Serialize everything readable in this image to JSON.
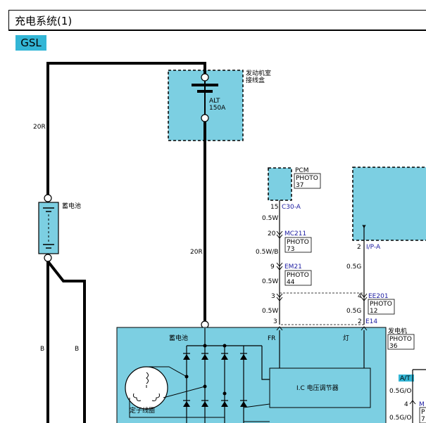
{
  "page_title": "充电系统(1)",
  "variant_badge": "GSL",
  "engine_room_box": {
    "line1": "发动机室",
    "line2": "接线盒",
    "fuse_name": "ALT",
    "fuse_rating": "150A"
  },
  "wires": {
    "w20r_left": "20R",
    "w20r_center": "20R",
    "battery_label": "蓄电池",
    "b_left": "B",
    "b_right": "B",
    "pcm_label": "PCM",
    "photo": "PHOTO",
    "pcm_photo_no": "37",
    "pin15": "15",
    "c30a": "C30-A",
    "w05w_1": "0.5W",
    "pin20": "20",
    "mc211": "MC211",
    "mc211_photo_no": "73",
    "w05wb": "0.5W/B",
    "pin9": "9",
    "em21": "EM21",
    "w05w_2": "0.5W",
    "em21_photo_no": "44",
    "pin3a": "3",
    "pin4": "4",
    "ee201": "EE201",
    "ee201_photo_no": "12",
    "w05w_3": "0.5W",
    "w05g_2": "0.5G",
    "pin3b": "3",
    "pin2b": "2",
    "e14": "E14",
    "pin2a": "2",
    "ipa": "I/P-A",
    "w05g_1": "0.5G"
  },
  "generator": {
    "label": "发电机",
    "photo_no": "36",
    "battery_term": "蓄电池",
    "fr_term": "FR",
    "lamp_term": "灯",
    "ic_regulator": "I.C 电压调节器",
    "stator": "定子线圈"
  },
  "at_block": {
    "label": "A/T",
    "wire1": "0.5G/O",
    "pin": "4",
    "connector": "M",
    "wire2": "0.5G/O",
    "photo_partial": "P",
    "photo_no_partial": "7"
  }
}
